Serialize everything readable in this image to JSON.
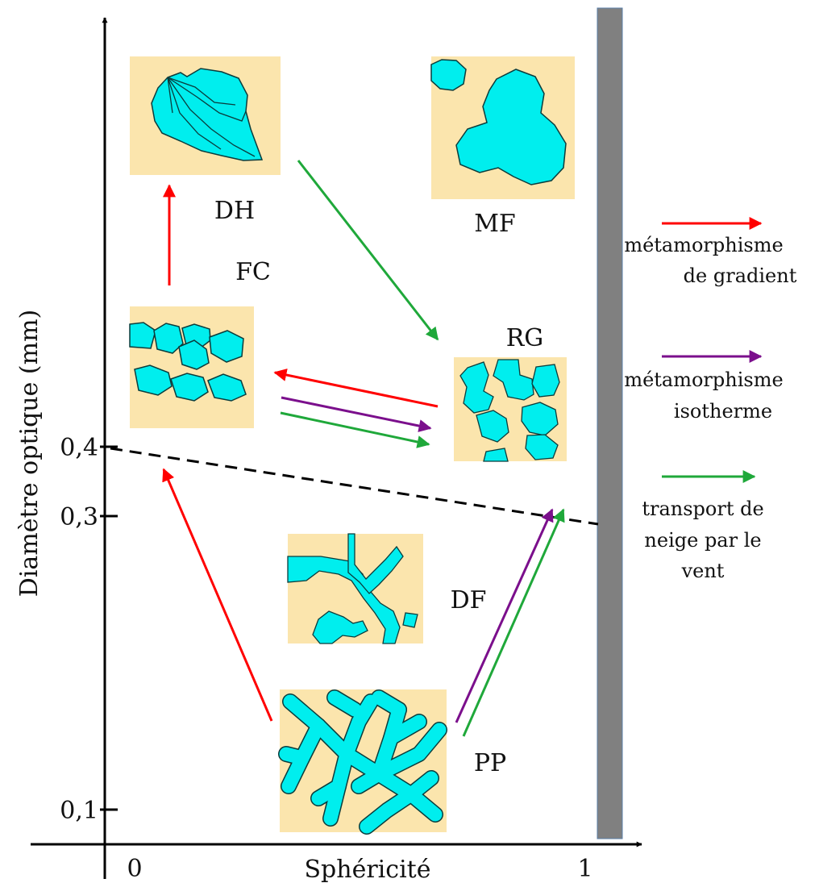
{
  "axes": {
    "x_title": "Sphéricité",
    "y_title": "Diamètre optique (mm)",
    "x_ticks": [
      "0",
      "1"
    ],
    "y_ticks": [
      "0,4",
      "0,3",
      "0,1"
    ]
  },
  "grains": {
    "DH": "DH",
    "MF": "MF",
    "FC": "FC",
    "RG": "RG",
    "DF": "DF",
    "PP": "PP"
  },
  "legend": [
    {
      "lines": [
        "métamorphisme",
        "de gradient"
      ],
      "color": "#ff0000"
    },
    {
      "lines": [
        "métamorphisme",
        "isotherme"
      ],
      "color": "#7b0f8c"
    },
    {
      "lines": [
        "transport de",
        "neige par le",
        "vent"
      ],
      "color": "#1fa83a"
    }
  ],
  "colors": {
    "grain_fill": "#00eeee",
    "grain_background": "#fbe5ad",
    "gradient_arrow": "#ff0000",
    "isothermal_arrow": "#7b0f8c",
    "wind_arrow": "#1fa83a",
    "limit_bar": "#808080"
  }
}
